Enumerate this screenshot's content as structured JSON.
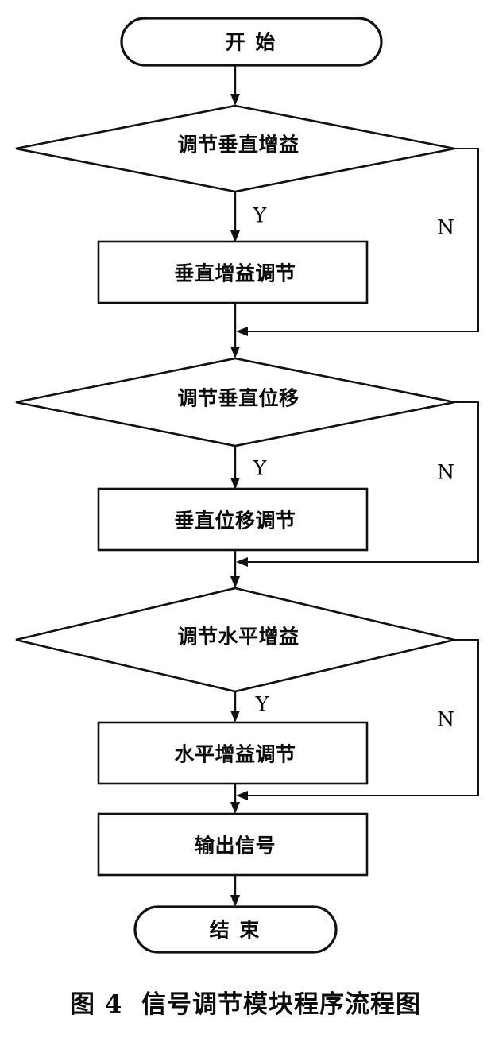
{
  "figure": {
    "caption": "图 4  信号调节模块程序流程图",
    "caption_label": "图 4",
    "caption_title": "信号调节模块程序流程图"
  },
  "flowchart": {
    "type": "flowchart",
    "orientation": "top-to-bottom",
    "nodes": [
      {
        "id": "start",
        "shape": "terminator",
        "text": "开  始"
      },
      {
        "id": "dec1",
        "shape": "decision",
        "text": "调节垂直增益"
      },
      {
        "id": "proc1",
        "shape": "process",
        "text": "垂直增益调节"
      },
      {
        "id": "dec2",
        "shape": "decision",
        "text": "调节垂直位移"
      },
      {
        "id": "proc2",
        "shape": "process",
        "text": "垂直位移调节"
      },
      {
        "id": "dec3",
        "shape": "decision",
        "text": "调节水平增益"
      },
      {
        "id": "proc3",
        "shape": "process",
        "text": "水平增益调节"
      },
      {
        "id": "output",
        "shape": "process",
        "text": "输出信号"
      },
      {
        "id": "end",
        "shape": "terminator",
        "text": "结  束"
      }
    ],
    "branch_labels": {
      "yes": "Y",
      "no": "N"
    },
    "edges": [
      {
        "from": "start",
        "to": "dec1",
        "label": ""
      },
      {
        "from": "dec1",
        "to": "proc1",
        "label": "Y"
      },
      {
        "from": "dec1",
        "to": "dec2",
        "label": "N"
      },
      {
        "from": "proc1",
        "to": "dec2",
        "label": ""
      },
      {
        "from": "dec2",
        "to": "proc2",
        "label": "Y"
      },
      {
        "from": "dec2",
        "to": "dec3",
        "label": "N"
      },
      {
        "from": "proc2",
        "to": "dec3",
        "label": ""
      },
      {
        "from": "dec3",
        "to": "proc3",
        "label": "Y"
      },
      {
        "from": "dec3",
        "to": "output",
        "label": "N"
      },
      {
        "from": "proc3",
        "to": "output",
        "label": ""
      },
      {
        "from": "output",
        "to": "end",
        "label": ""
      }
    ],
    "branch_markers": [
      {
        "id": "y1",
        "label": "Y"
      },
      {
        "id": "n1",
        "label": "N"
      },
      {
        "id": "y2",
        "label": "Y"
      },
      {
        "id": "n2",
        "label": "N"
      },
      {
        "id": "y3",
        "label": "Y"
      },
      {
        "id": "n3",
        "label": "N"
      }
    ],
    "colors": {
      "stroke": "#111111",
      "fill": "#ffffff",
      "text": "#0b0b0b",
      "background": "#ffffff"
    }
  }
}
